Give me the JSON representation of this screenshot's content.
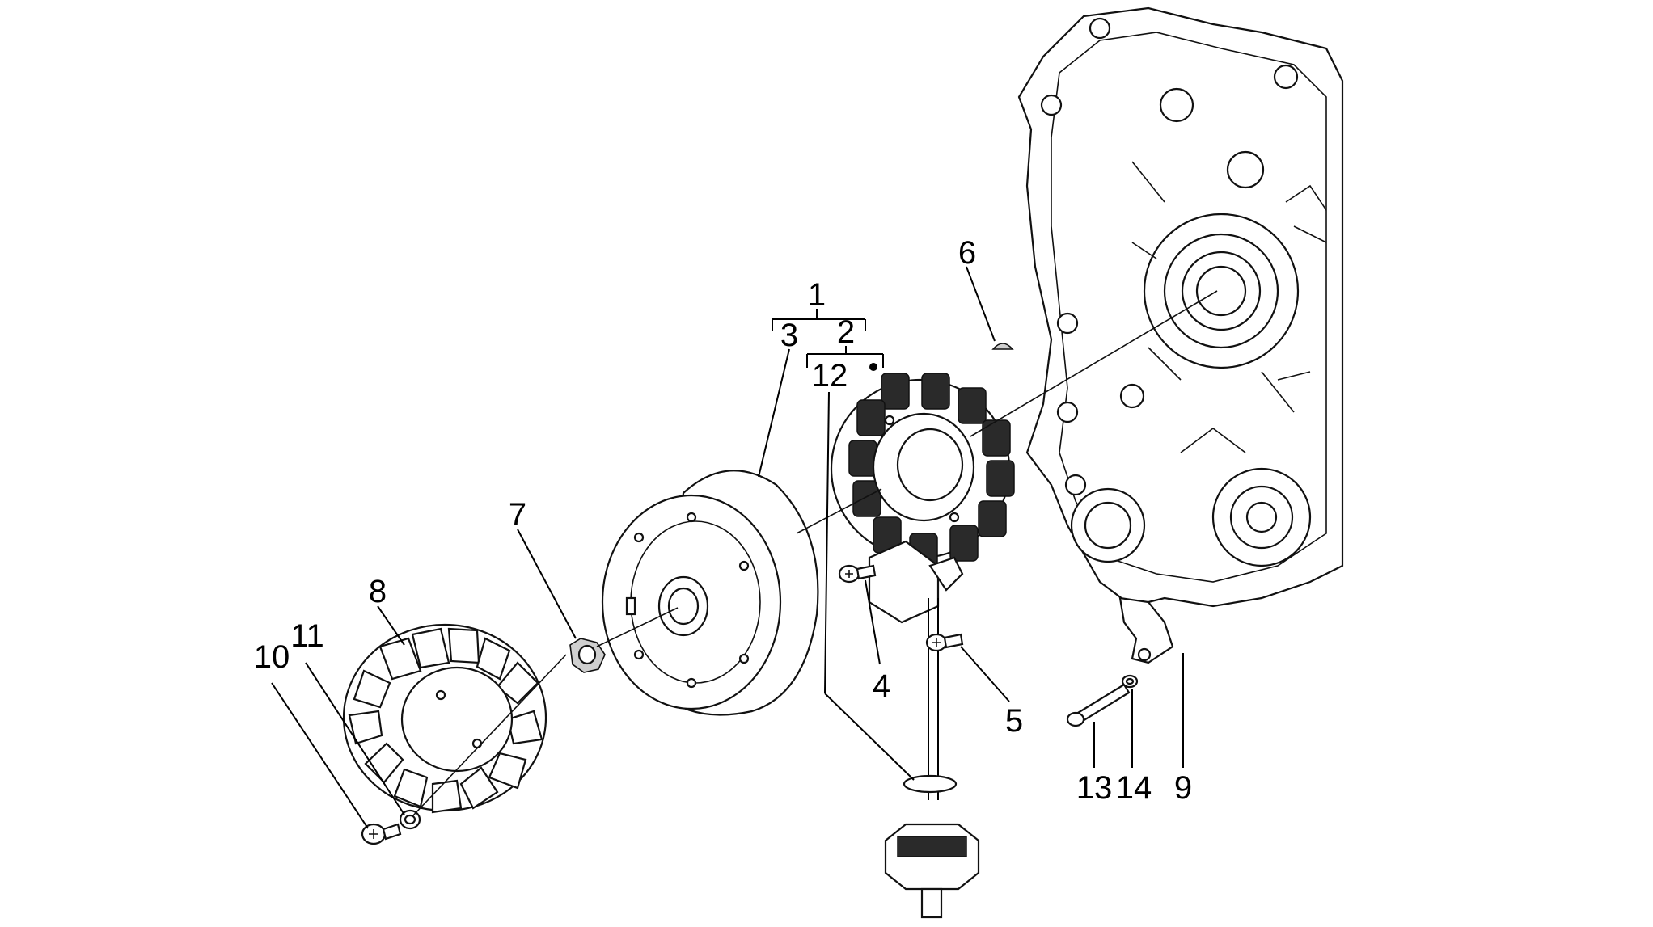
{
  "diagram": {
    "colors": {
      "ink": "#000000",
      "background": "#ffffff"
    },
    "callouts": {
      "c1": "1",
      "c2": "2",
      "c3": "3",
      "c4": "4",
      "c5": "5",
      "c6": "6",
      "c7": "7",
      "c8": "8",
      "c9": "9",
      "c10": "10",
      "c11": "11",
      "c12": "12",
      "c13": "13",
      "c14": "14"
    }
  }
}
